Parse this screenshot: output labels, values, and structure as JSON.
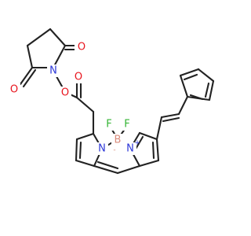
{
  "molecule": {
    "atoms": [
      {
        "key": "O_upper_carbonyl",
        "symbol": "O",
        "charge": "",
        "color": "#e8141d"
      },
      {
        "key": "O_left_carbonyl",
        "symbol": "O",
        "charge": "",
        "color": "#e8141d"
      },
      {
        "key": "N_succinimide",
        "symbol": "N",
        "charge": "",
        "color": "#2c37d8"
      },
      {
        "key": "O_ester_link",
        "symbol": "O",
        "charge": "",
        "color": "#e8141d"
      },
      {
        "key": "O_ester_carbonyl",
        "symbol": "O",
        "charge": "",
        "color": "#e8141d"
      },
      {
        "key": "F_left",
        "symbol": "F",
        "charge": "",
        "color": "#33b433"
      },
      {
        "key": "F_right",
        "symbol": "F",
        "charge": "",
        "color": "#33b433"
      },
      {
        "key": "B_center",
        "symbol": "B",
        "charge": "-",
        "color": "#d98b7b"
      },
      {
        "key": "N_left_pyrrole",
        "symbol": "N",
        "charge": "",
        "color": "#2c37d8"
      },
      {
        "key": "N_right_pyrrole",
        "symbol": "N",
        "charge": "+",
        "color": "#2c37d8"
      }
    ]
  }
}
